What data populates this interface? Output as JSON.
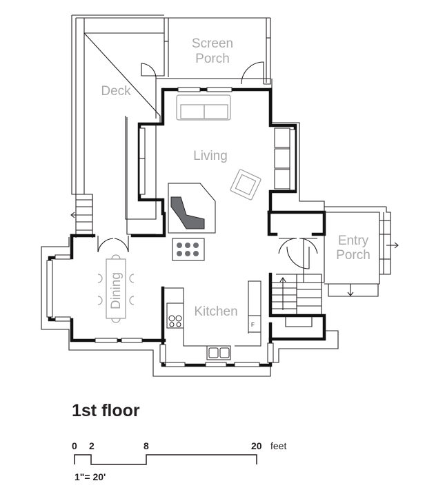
{
  "rooms": {
    "screen_porch": [
      "Screen",
      "Porch"
    ],
    "deck": "Deck",
    "living": "Living",
    "entry_porch": [
      "Entry",
      "Porch"
    ],
    "dining": "Dining",
    "kitchen": "Kitchen"
  },
  "title": "1st floor",
  "scale": {
    "ticks": [
      "0",
      "2",
      "8",
      "20"
    ],
    "unit": "feet",
    "ratio": "1\"= 20'"
  },
  "appliance_labels": {
    "fridge": "F"
  },
  "colors": {
    "wall": "#111111",
    "outline": "#231f20",
    "label": "#a8a8a8",
    "fireplace": "#6d6e71"
  }
}
